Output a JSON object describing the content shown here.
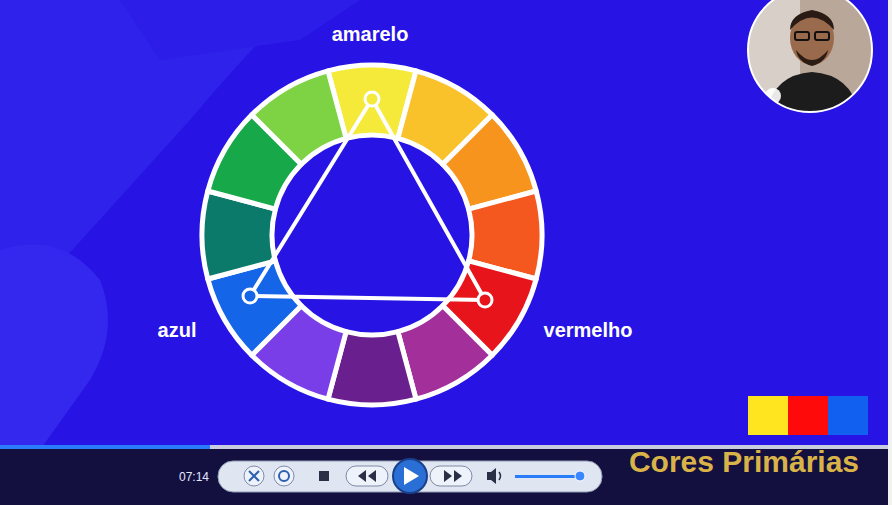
{
  "diagram": {
    "labels": [
      "amarelo",
      "azul",
      "vermelho",
      "Cores Primárias",
      "07:14"
    ]
  }
}
